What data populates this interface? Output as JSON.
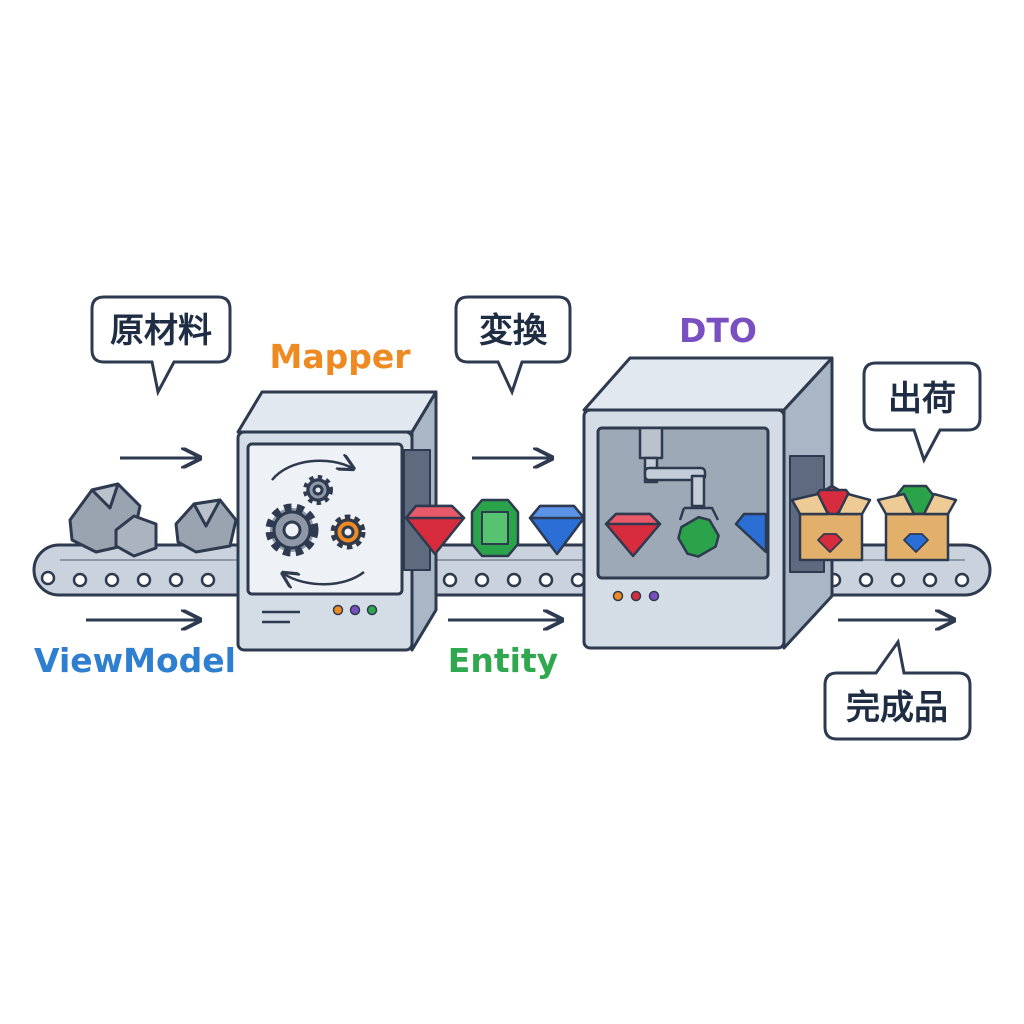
{
  "colors": {
    "outline": "#2e3a4f",
    "belt": "#c9d2dd",
    "machine": "#d4dce6",
    "machine_dark": "#a9b6c5",
    "screen": "#eef1f5",
    "view_model": "#2f7fd0",
    "mapper": "#ee8a22",
    "entity": "#2fa84f",
    "dto": "#7a4fc0",
    "ruby": "#d62c3d",
    "emerald": "#2aa34a",
    "sapphire": "#2b6fd6",
    "box": "#e2b06b",
    "rock": "#8e98a6"
  },
  "bubbles": {
    "raw": "原材料",
    "convert": "変換",
    "ship": "出荷",
    "finished": "完成品"
  },
  "labels": {
    "view_model": "ViewModel",
    "mapper": "Mapper",
    "entity": "Entity",
    "dto": "DTO"
  },
  "icons": [
    "rock-icon",
    "gear-icon",
    "ruby-gem-icon",
    "emerald-gem-icon",
    "sapphire-gem-icon",
    "robot-arm-icon",
    "shipping-box-icon",
    "arrow-right-icon"
  ]
}
